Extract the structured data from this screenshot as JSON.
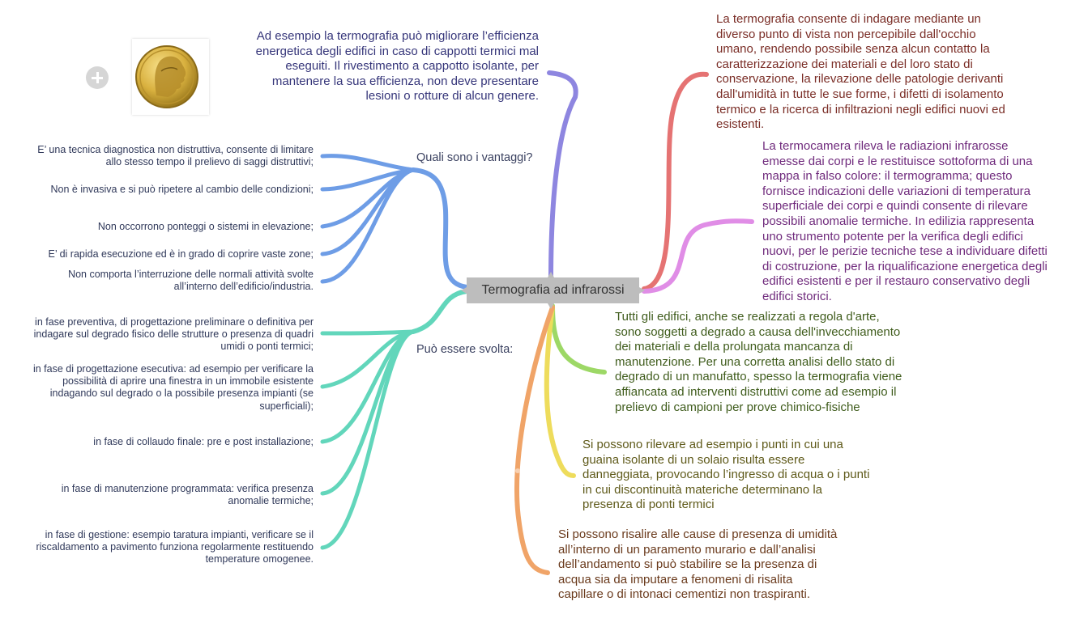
{
  "central_topic": "Termografia ad infrarossi",
  "colors": {
    "purple": "#8e86e0",
    "red": "#e57373",
    "violet": "#e08de6",
    "blue": "#6e9de6",
    "teal": "#62d6bb",
    "green": "#9dd866",
    "yellow": "#eedc5c",
    "orange": "#f0a468"
  },
  "icons": {
    "plus": "plus-circle-icon",
    "avatar": "gold-coin-portrait-icon"
  },
  "nodes": {
    "purple_top": "Ad esempio la termografia può migliorare l’efficienza energetica degli edifici in caso di cappotti termici mal eseguiti. Il rivestimento a cappotto isolante, per mantenere la sua efficienza, non deve presentare lesioni o rotture di alcun genere.",
    "red_top": "La termografia consente di indagare mediante un diverso punto di vista non percepibile dall'occhio umano, rendendo possibile senza alcun contatto la caratterizzazione dei materiali e del loro stato di conservazione, la rilevazione delle patologie derivanti dall'umidità in tutte le sue forme, i difetti di isolamento termico e la ricerca di infiltrazioni negli edifici nuovi ed esistenti.",
    "violet_right": "La termocamera rileva le radiazioni infrarosse emesse dai corpi e le restituisce sottoforma di una mappa in falso colore: il termogramma; questo fornisce indicazioni delle variazioni di temperatura superficiale dei corpi e quindi consente di rilevare possibili anomalie termiche. In edilizia rappresenta uno strumento potente per la verifica degli edifici nuovi, per le perizie tecniche tese a individuare difetti di costruzione, per la riqualificazione energetica degli edifici esistenti e per il restauro conservativo degli edifici storici.",
    "green_right": "Tutti gli edifici, anche se realizzati a regola d'arte, sono soggetti a degrado a causa dell'invecchiamento dei materiali e della prolungata mancanza di manutenzione. Per una corretta analisi dello stato di degrado di un manufatto, spesso la termografia viene affiancata ad interventi distruttivi come ad esempio il prelievo di campioni per prove chimico-fisiche",
    "yellow_right": "Si possono rilevare ad esempio i punti in cui una guaina isolante di un solaio risulta essere danneggiata, provocando l’ingresso di acqua o i punti in cui discontinuità materiche determinano la presenza di ponti termici",
    "orange_bottom": "Si possono risalire alle cause di presenza di umidità all’interno di un paramento murario e dall’analisi dell’andamento si può stabilire se la presenza di acqua sia da imputare a fenomeni di risalita capillare o di intonaci cementizi non traspiranti."
  },
  "vantaggi": {
    "label": "Quali sono i vantaggi?",
    "items": [
      "E’ una tecnica diagnostica non distruttiva, consente di limitare allo stesso tempo il prelievo di saggi distruttivi;",
      "Non è invasiva e si può ripetere al cambio delle condizioni;",
      "Non occorrono ponteggi o sistemi in elevazione;",
      "E’ di rapida esecuzione ed è in grado di coprire vaste zone;",
      "Non comporta l’interruzione delle normali attività svolte all’interno dell’edificio/industria."
    ]
  },
  "svolta": {
    "label": "Può essere svolta:",
    "items": [
      "in fase preventiva, di progettazione preliminare o definitiva per indagare sul degrado fisico delle strutture o presenza di quadri umidi o ponti termici;",
      "in fase di progettazione esecutiva: ad esempio per verificare la possibilità di aprire una finestra in un immobile esistente indagando sul degrado o la possibile presenza impianti (se superficiali);",
      "in fase di collaudo finale: pre e post installazione;",
      "in fase di manutenzione programmata: verifica presenza anomalie termiche;",
      "in fase di gestione: esempio taratura impianti, verificare se il riscaldamento a pavimento funziona regolarmente restituendo temperature omogenee."
    ]
  }
}
